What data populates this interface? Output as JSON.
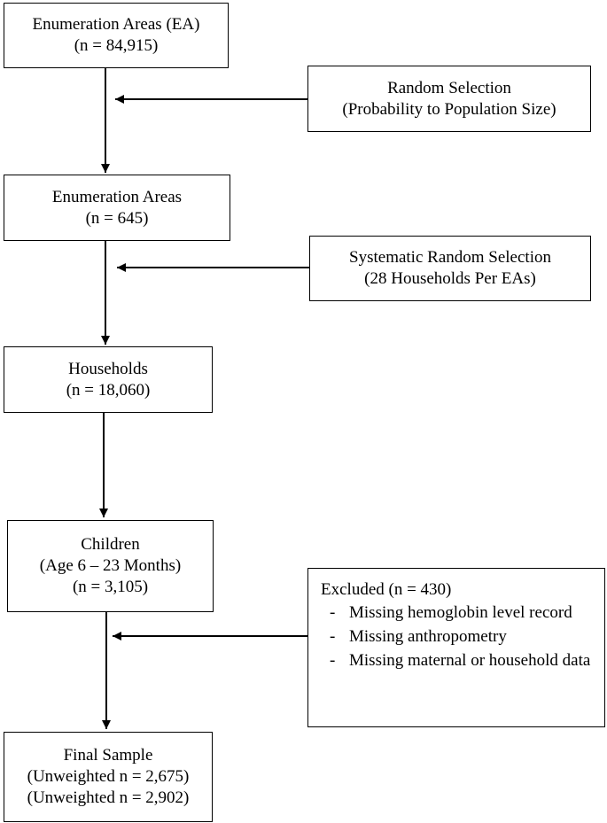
{
  "boxes": {
    "enumeration_areas": {
      "line1": "Enumeration Areas (EA)",
      "line2": "(n = 84,915)"
    },
    "random_selection": {
      "line1": "Random Selection",
      "line2": "(Probability to Population Size)"
    },
    "enumeration_areas_645": {
      "line1": "Enumeration Areas",
      "line2": "(n = 645)"
    },
    "systematic_selection": {
      "line1": "Systematic Random Selection",
      "line2": "(28 Households Per EAs)"
    },
    "households": {
      "line1": "Households",
      "line2": "(n = 18,060)"
    },
    "children": {
      "line1": "Children",
      "line2": "(Age 6 – 23 Months)",
      "line3": "(n = 3,105)"
    },
    "excluded": {
      "title": "Excluded (n = 430)",
      "items": [
        "Missing hemoglobin level record",
        "Missing anthropometry",
        "Missing maternal or household data"
      ]
    },
    "final_sample": {
      "line1": "Final Sample",
      "line2": "(Unweighted n = 2,675)",
      "line3": "(Unweighted n = 2,902)"
    }
  },
  "bullet_glyph": "-"
}
